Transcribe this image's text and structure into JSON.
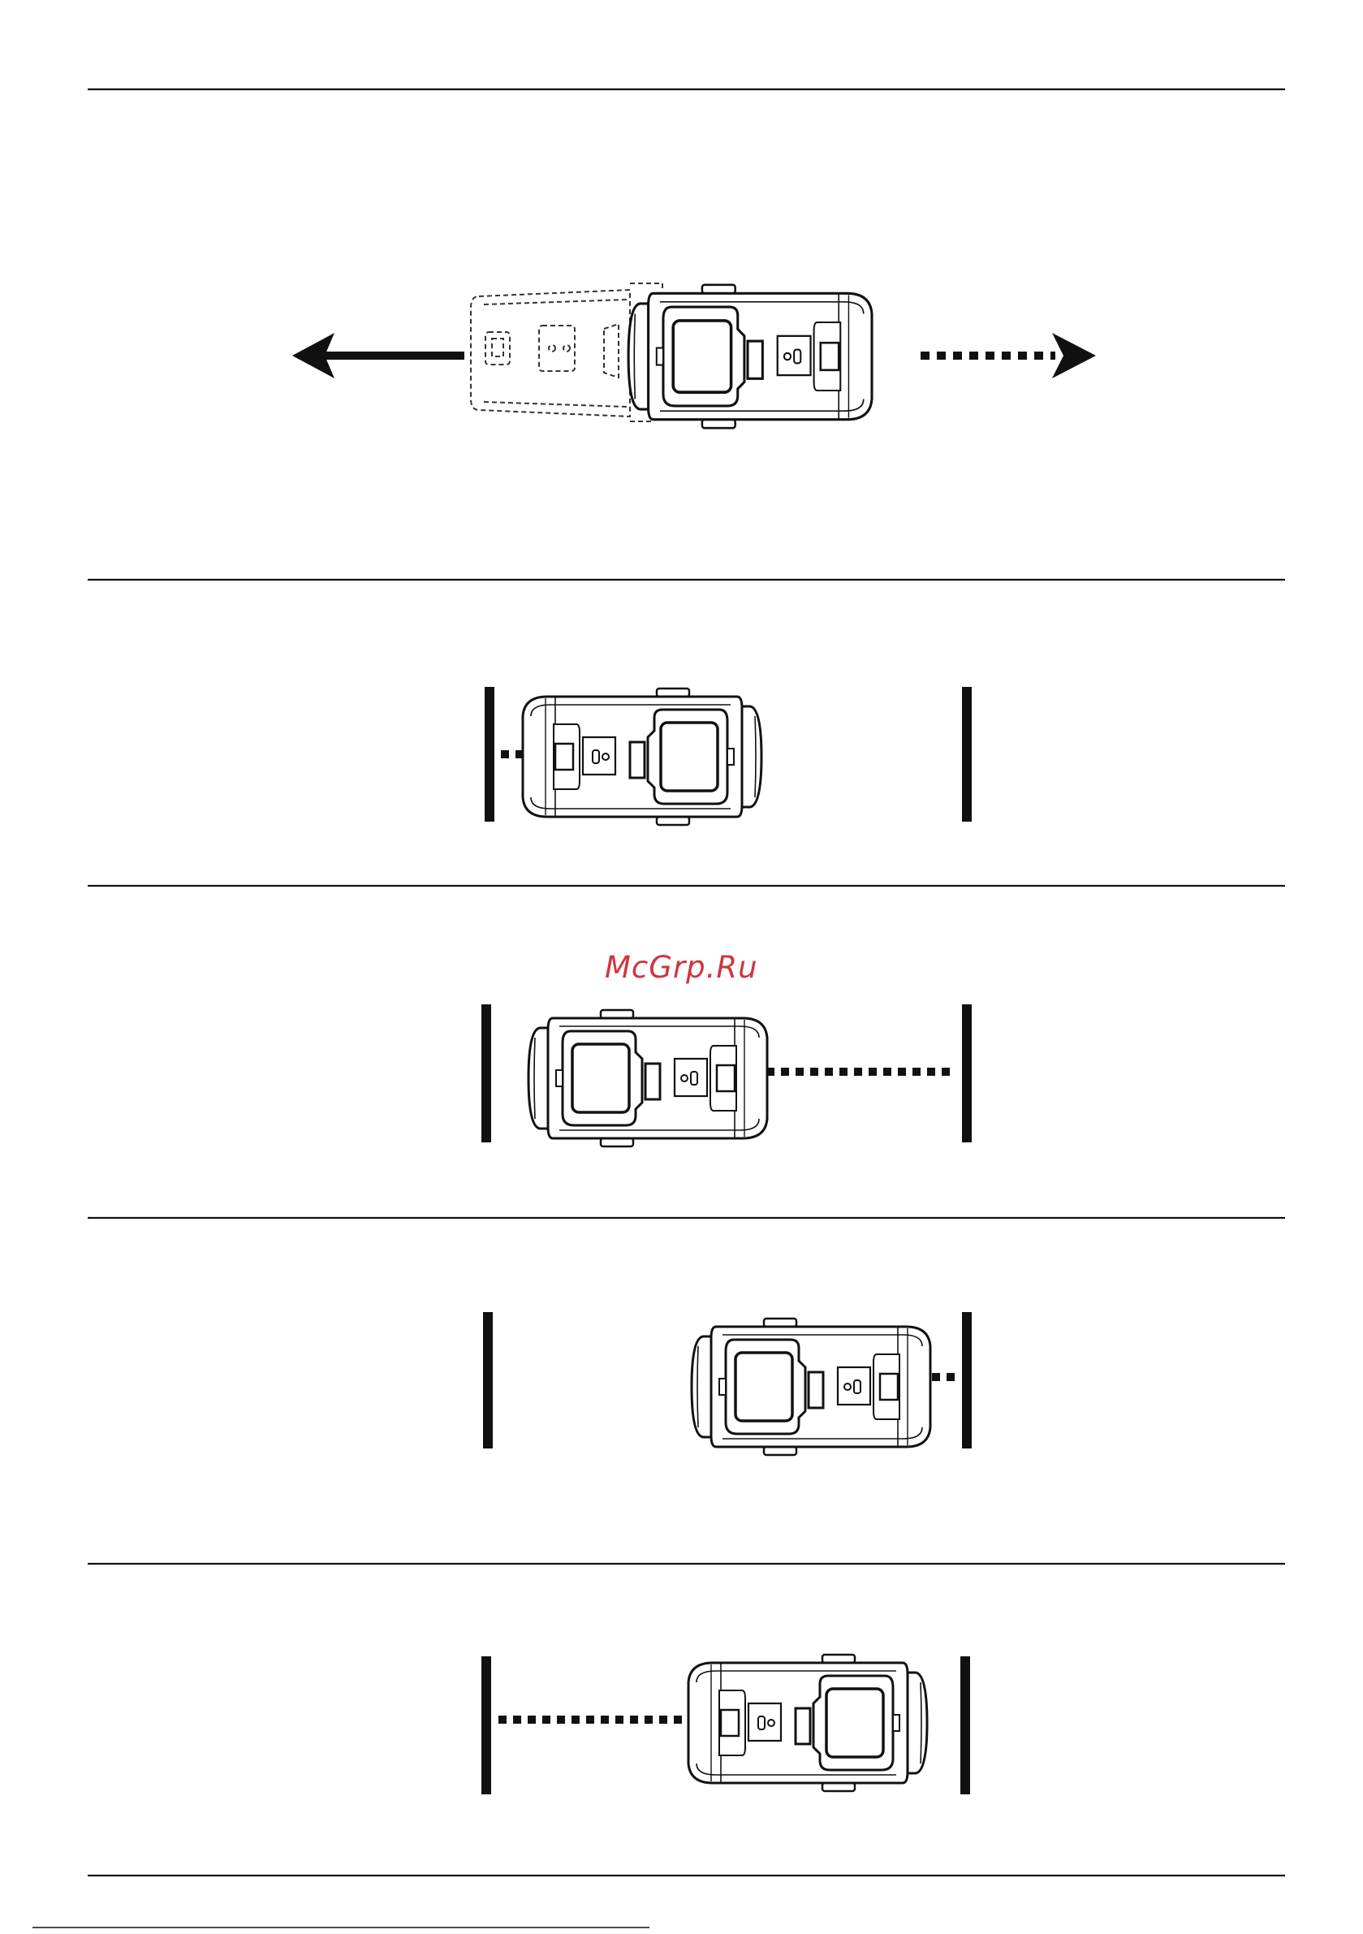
{
  "watermark": {
    "text": "McGrp.Ru",
    "color": "#d0343f"
  },
  "panels": [
    {
      "id": "panel-1",
      "content": "device-drawing",
      "ghost_outline": true,
      "arrows": [
        "solid-left",
        "dotted-right"
      ]
    },
    {
      "id": "panel-2",
      "content": "device-drawing",
      "orientation": "flipped",
      "distance_line": "left-short"
    },
    {
      "id": "panel-3",
      "content": "device-drawing",
      "distance_line": "right-long"
    },
    {
      "id": "panel-4",
      "content": "device-drawing",
      "distance_line": "right-short"
    },
    {
      "id": "panel-5",
      "content": "device-drawing",
      "orientation": "flipped",
      "distance_line": "left-long"
    }
  ],
  "colors": {
    "ink": "#111111",
    "background": "#ffffff",
    "device_face": "#ffffff"
  },
  "icons": [
    "device-icon",
    "arrow-left-icon",
    "arrow-right-icon",
    "wall-bar-icon"
  ]
}
